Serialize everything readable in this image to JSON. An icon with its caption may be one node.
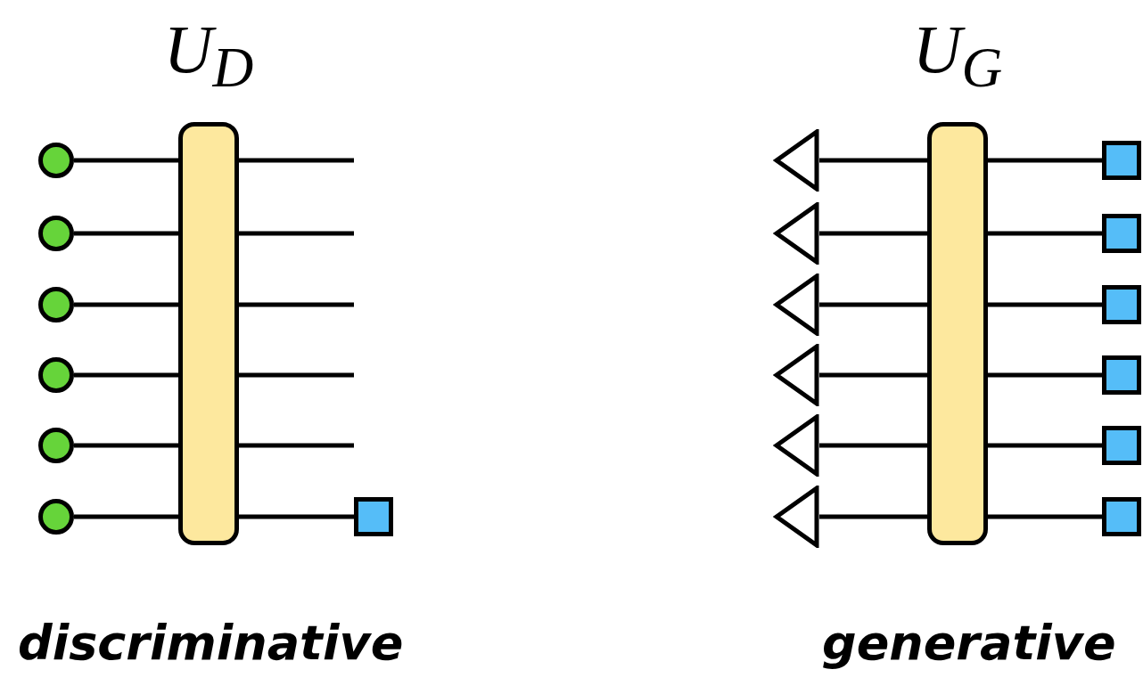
{
  "diagram": {
    "nodes": [
      {
        "text": [
          "U$_{D}$"
        ]
      },
      {
        "text": [],
        "shape": "circle"
      },
      {
        "text": [],
        "shape": "circle"
      },
      {
        "text": [],
        "shape": "circle"
      },
      {
        "text": [],
        "shape": "circle"
      },
      {
        "text": [],
        "shape": "circle"
      },
      {
        "text": [],
        "shape": "circle"
      },
      {
        "text": [],
        "shape": "box"
      },
      {
        "text": [
          "U$_{G}$"
        ]
      },
      {
        "text": [],
        "shape": "triangle"
      },
      {
        "text": [],
        "shape": "triangle"
      },
      {
        "text": [],
        "shape": "triangle"
      },
      {
        "text": [],
        "shape": "triangle"
      },
      {
        "text": [],
        "shape": "triangle"
      },
      {
        "text": [],
        "shape": "triangle"
      },
      {
        "text": [],
        "shape": "box"
      },
      {
        "text": [],
        "shape": "box"
      },
      {
        "text": [],
        "shape": "box"
      },
      {
        "text": [],
        "shape": "box"
      },
      {
        "text": [],
        "shape": "box"
      },
      {
        "text": [],
        "shape": "box"
      }
    ],
    "edges": [
      {
        "from": 1,
        "to": 0,
        "arrow": "none"
      },
      {
        "from": 2,
        "to": 0,
        "arrow": "none"
      },
      {
        "from": 3,
        "to": 0,
        "arrow": "none"
      },
      {
        "from": 4,
        "to": 0,
        "arrow": "none"
      },
      {
        "from": 5,
        "to": 0,
        "arrow": "none"
      },
      {
        "from": 6,
        "to": 0,
        "arrow": "none"
      },
      {
        "from": 0,
        "to": null,
        "arrow": "none"
      },
      {
        "from": 0,
        "to": null,
        "arrow": "none"
      },
      {
        "from": 0,
        "to": null,
        "arrow": "none"
      },
      {
        "from": 0,
        "to": null,
        "arrow": "none"
      },
      {
        "from": 0,
        "to": null,
        "arrow": "none"
      },
      {
        "from": 0,
        "to": 7,
        "arrow": "none"
      },
      {
        "from": 9,
        "to": 8,
        "arrow": "none"
      },
      {
        "from": 10,
        "to": 8,
        "arrow": "none"
      },
      {
        "from": 11,
        "to": 8,
        "arrow": "none"
      },
      {
        "from": 12,
        "to": 8,
        "arrow": "none"
      },
      {
        "from": 13,
        "to": 8,
        "arrow": "none"
      },
      {
        "from": 14,
        "to": 8,
        "arrow": "none"
      },
      {
        "from": 8,
        "to": 15,
        "arrow": "none"
      },
      {
        "from": 8,
        "to": 16,
        "arrow": "none"
      },
      {
        "from": 8,
        "to": 17,
        "arrow": "none"
      },
      {
        "from": 8,
        "to": 18,
        "arrow": "none"
      },
      {
        "from": 8,
        "to": 19,
        "arrow": "none"
      },
      {
        "from": 8,
        "to": 20,
        "arrow": "none"
      }
    ],
    "labels": [
      "discriminative",
      "generative"
    ]
  }
}
